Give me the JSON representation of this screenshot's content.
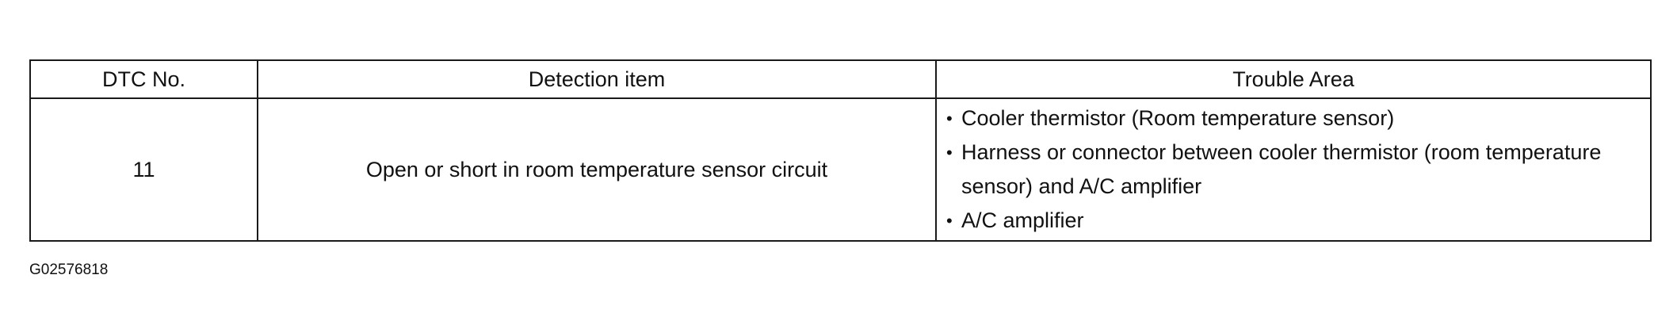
{
  "table": {
    "headers": {
      "dtc_no": "DTC No.",
      "detection_item": "Detection item",
      "trouble_area": "Trouble Area"
    },
    "rows": [
      {
        "dtc_no": "11",
        "detection_item": "Open or short in room temperature sensor circuit",
        "trouble_area": [
          "Cooler thermistor (Room temperature sensor)",
          "Harness or connector between cooler thermistor (room temperature sensor) and A/C amplifier",
          "A/C amplifier"
        ]
      }
    ]
  },
  "figure_code": "G02576818",
  "bullet_symbol": "•"
}
